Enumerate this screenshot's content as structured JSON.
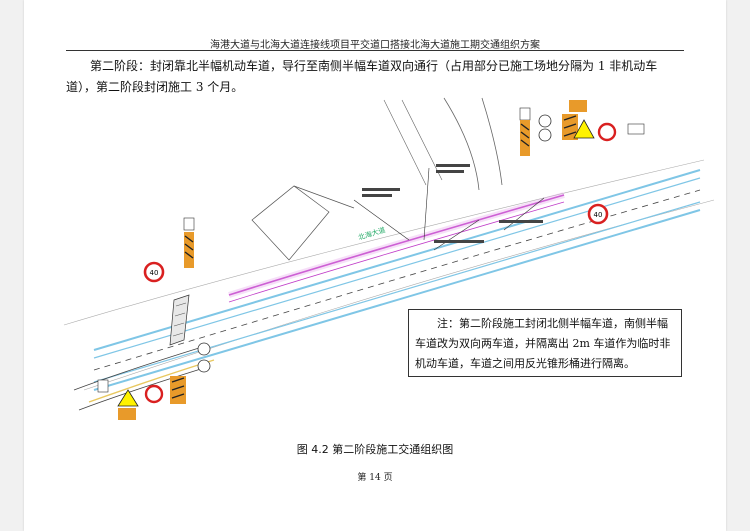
{
  "document": {
    "header_title": "海港大道与北海大道连接线项目平交道口搭接北海大道施工期交通组织方案",
    "paragraph": "第二阶段：封闭靠北半幅机动车道，导行至南侧半幅车道双向通行（占用部分已施工场地分隔为 1 非机动车道），第二阶段封闭施工 3 个月。",
    "note": "注：第二阶段施工封闭北侧半幅车道，南侧半幅车道改为双向两车道，并隔离出 2m 车道作为临时非机动车道，车道之间用反光锥形桶进行隔离。",
    "figure_caption": "图 4.2  第二阶段施工交通组织图",
    "page_number": "第 14 页"
  },
  "drawing": {
    "road_label": "北海大道",
    "speed_limit_sign": "40",
    "colors": {
      "road_edge": "#7fc6e6",
      "construction": "#c03cc8",
      "sign_red": "#d92020",
      "sign_orange": "#e89a2a"
    }
  }
}
